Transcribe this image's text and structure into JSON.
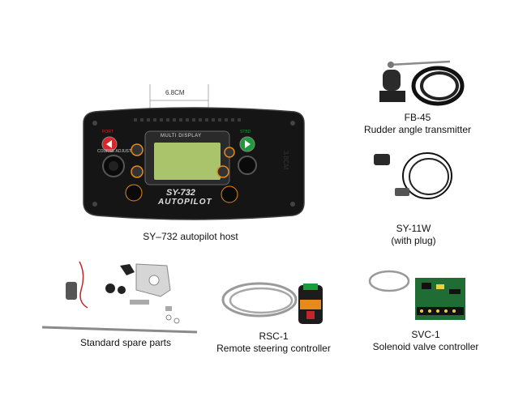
{
  "host": {
    "dim_width": "6.8CM",
    "dim_height": "3.8CM",
    "port_label": "PORT",
    "stbd_label": "STBD",
    "course_adjust_label": "COURSE ADJUST",
    "screen_label": "MULTI DISPLAY",
    "model": "SY-732",
    "product": "AUTOPILOT",
    "caption": "SY–732 autopilot host"
  },
  "fb45": {
    "name": "FB-45",
    "desc": "Rudder angle transmitter"
  },
  "sy11w": {
    "name": "SY-11W",
    "desc": "(with plug)"
  },
  "spares": {
    "caption": "Standard spare parts"
  },
  "rsc1": {
    "name": "RSC-1",
    "desc": "Remote steering controller"
  },
  "svc1": {
    "name": "SVC-1",
    "desc": "Solenoid valve controller"
  },
  "colors": {
    "panel": "#1b1b1b",
    "screen": "#a9c46a",
    "port": "#d9262a",
    "stbd": "#1e9a3a",
    "knob_orange": "#e58a1b"
  }
}
